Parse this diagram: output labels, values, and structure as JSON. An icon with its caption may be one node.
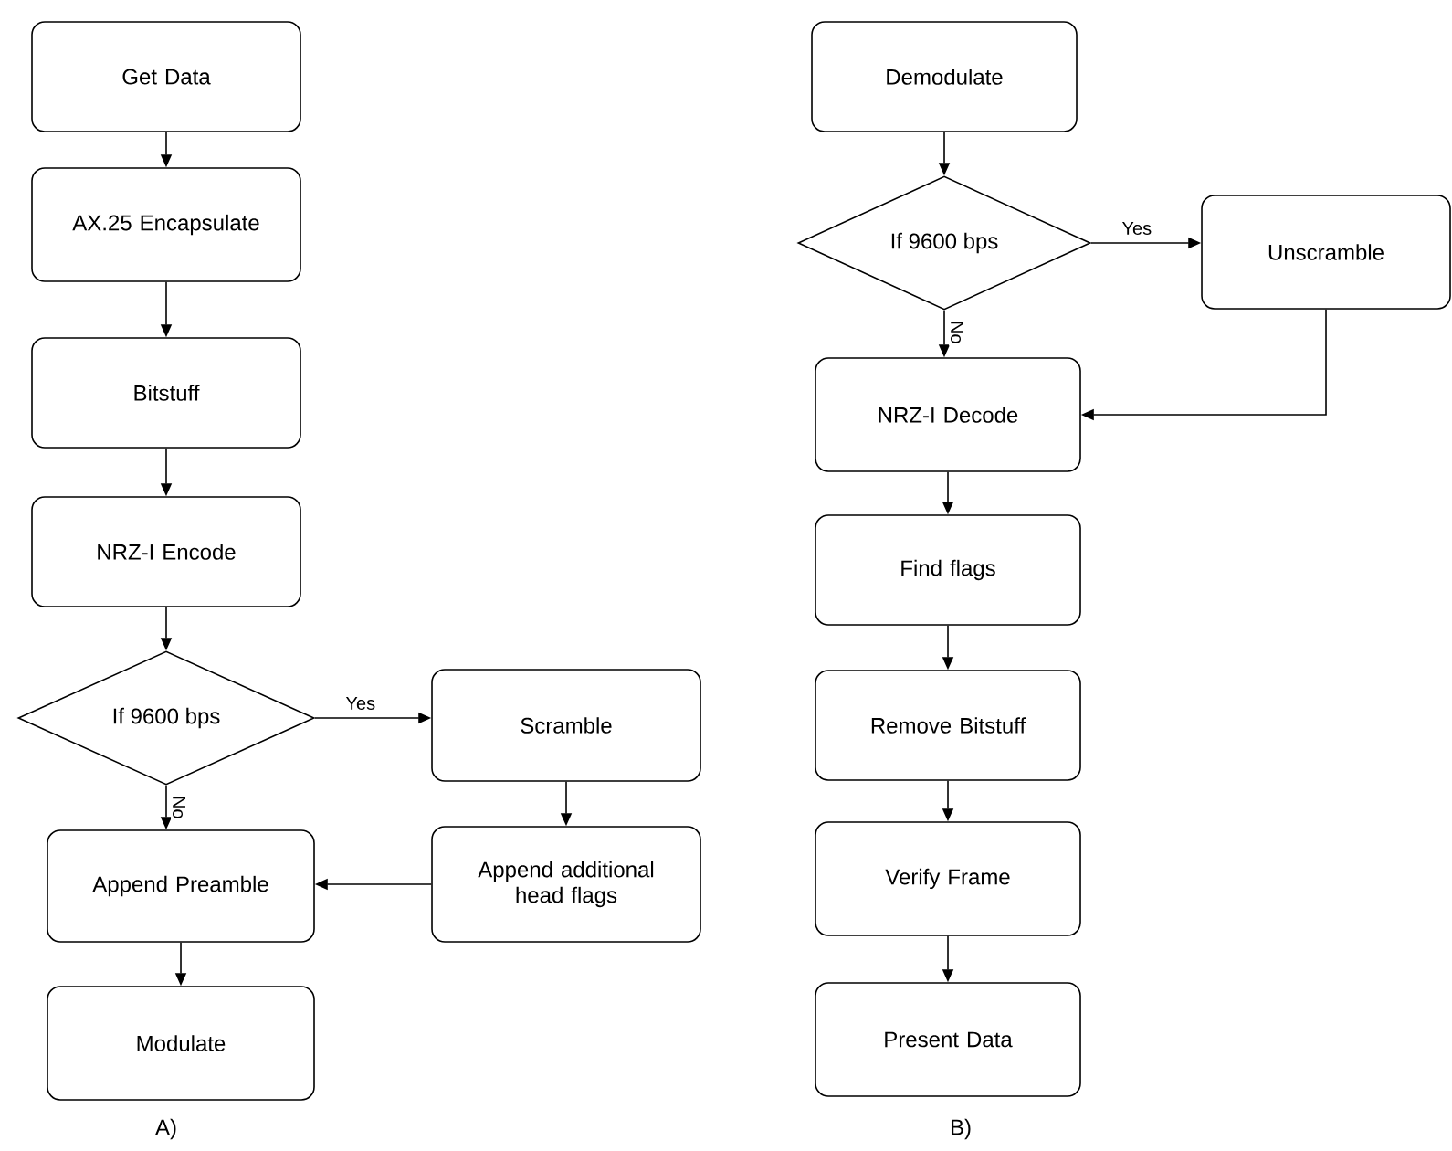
{
  "diagram": {
    "nodes": [
      {
        "text": [
          "Get Data"
        ]
      },
      {
        "text": [
          "AX.25 Encapsulate"
        ]
      },
      {
        "text": [
          "Bitstuff"
        ]
      },
      {
        "text": [
          "NRZ-I Encode"
        ]
      },
      {
        "text": [
          "If 9600 bps"
        ]
      },
      {
        "text": [
          "Scramble"
        ]
      },
      {
        "text": [
          "Append additional head flags"
        ]
      },
      {
        "text": [
          "Append Preamble"
        ]
      },
      {
        "text": [
          "Modulate"
        ]
      },
      {
        "text": [
          "Demodulate"
        ]
      },
      {
        "text": [
          "If 9600 bps"
        ]
      },
      {
        "text": [
          "Unscramble"
        ]
      },
      {
        "text": [
          "NRZ-I Decode"
        ]
      },
      {
        "text": [
          "Find flags"
        ]
      },
      {
        "text": [
          "Remove Bitstuff"
        ]
      },
      {
        "text": [
          "Verify Frame"
        ]
      },
      {
        "text": [
          "Present Data"
        ]
      }
    ],
    "edges": [
      {
        "from": 0,
        "to": 1,
        "arrow": "to"
      },
      {
        "from": 1,
        "to": 2,
        "arrow": "to"
      },
      {
        "from": 2,
        "to": 3,
        "arrow": "to"
      },
      {
        "from": 3,
        "to": 4,
        "arrow": "to"
      },
      {
        "from": 4,
        "to": 5,
        "arrow": "to",
        "label": "Yes"
      },
      {
        "from": 4,
        "to": 7,
        "arrow": "to",
        "label": "No"
      },
      {
        "from": 5,
        "to": 6,
        "arrow": "to"
      },
      {
        "from": 6,
        "to": 7,
        "arrow": "to"
      },
      {
        "from": 7,
        "to": 8,
        "arrow": "to"
      },
      {
        "from": 9,
        "to": 10,
        "arrow": "to"
      },
      {
        "from": 10,
        "to": 11,
        "arrow": "to",
        "label": "Yes"
      },
      {
        "from": 10,
        "to": 12,
        "arrow": "to",
        "label": "No"
      },
      {
        "from": 11,
        "to": 12,
        "arrow": "to"
      },
      {
        "from": 12,
        "to": 13,
        "arrow": "to"
      },
      {
        "from": 13,
        "to": 14,
        "arrow": "to"
      },
      {
        "from": 14,
        "to": 15,
        "arrow": "to"
      },
      {
        "from": 15,
        "to": 16,
        "arrow": "to"
      }
    ],
    "labels": [
      "A)",
      "B)"
    ]
  }
}
